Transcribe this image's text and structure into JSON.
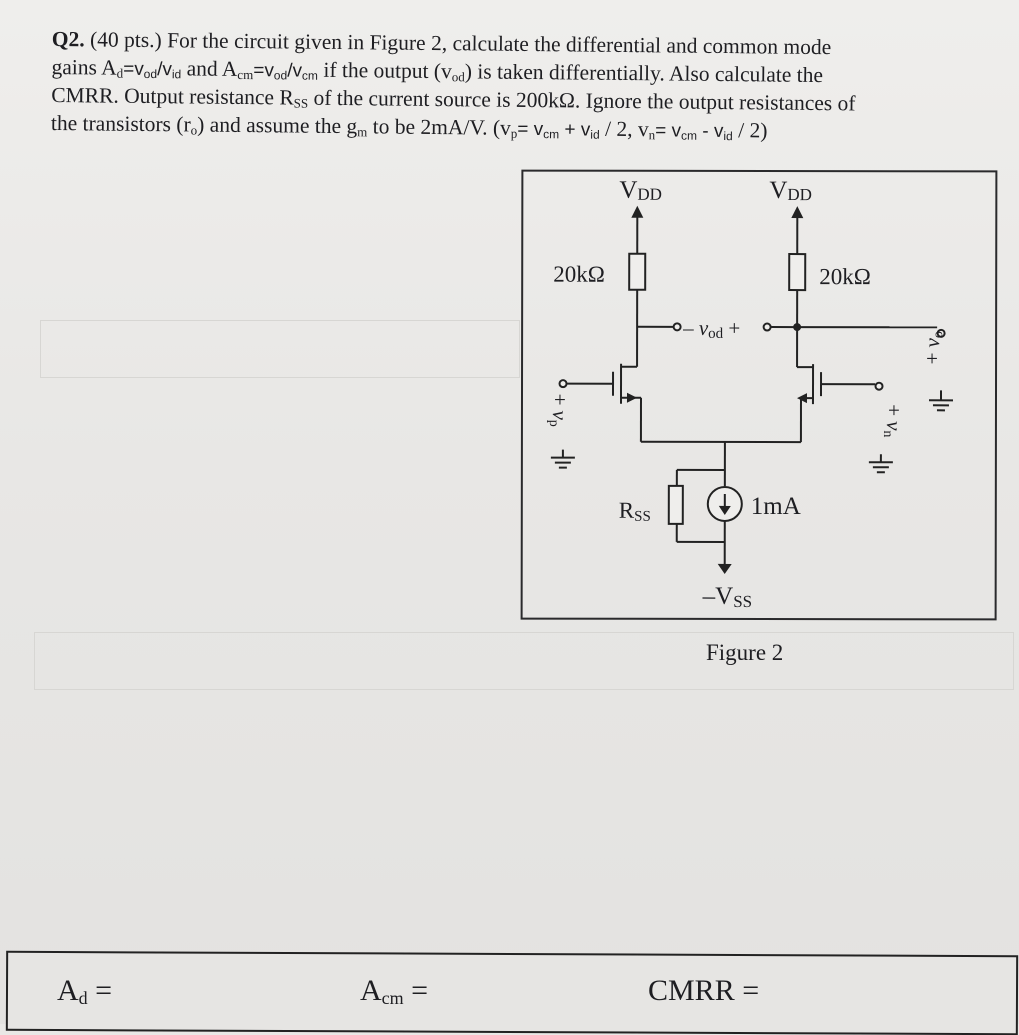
{
  "question": {
    "number": "Q2.",
    "points": "(40 pts.)",
    "line1_intro": "For the circuit given in Figure 2, calculate the differential and common mode",
    "line2_a": "gains A",
    "sub_d": "d",
    "eq_vod_vid": "=v",
    "sub_od": "od",
    "slash_v": "/v",
    "sub_id": "id",
    "and_acm": " and A",
    "sub_cm": "cm",
    "eq_v": "=v",
    "sub_od2": "od",
    "slash_v2": "/v",
    "sub_cm2": "cm",
    "if_output": " if the output (v",
    "sub_od3": "od",
    "rest_line2": ") is taken differentially. Also calculate the",
    "line3_a": "CMRR. Output resistance R",
    "sub_ss": "SS",
    "line3_b": " of the current source is 200kΩ. Ignore the output resistances of",
    "line4_a": "the transistors (r",
    "sub_o": "o",
    "line4_b": ") and assume the g",
    "sub_m": "m",
    "line4_c": " to be 2mA/V. (v",
    "sub_p": "p",
    "eq1": "= v",
    "sub_cm3": "cm",
    "plus_v": " + v",
    "sub_id2": "id",
    "div2a": " / 2, v",
    "sub_n": "n",
    "eq2": "= v",
    "sub_cm4": "cm",
    "minus_v": " - v",
    "sub_id3": "id",
    "div2b": " / 2)"
  },
  "figure": {
    "caption": "Figure 2",
    "vdd_left": "V",
    "vdd_left_sub": "DD",
    "vdd_right": "V",
    "vdd_right_sub": "DD",
    "r_left": "20kΩ",
    "r_right": "20kΩ",
    "vod_label": "– v",
    "vod_sub": "od",
    "vod_plus": " +",
    "vp_plus": "+",
    "vp": "v",
    "vp_sub": "p",
    "vn_plus": "+",
    "vn": "v",
    "vn_sub": "n",
    "vo_plus": "+",
    "vo": "v",
    "vo_sub": "o",
    "rss": "R",
    "rss_sub": "SS",
    "isource": "1mA",
    "vss": "–V",
    "vss_sub": "SS"
  },
  "answers": {
    "ad": "A",
    "ad_sub": "d",
    "ad_eq": " =",
    "acm": "A",
    "acm_sub": "cm",
    "acm_eq": " =",
    "cmrr": "CMRR ="
  }
}
